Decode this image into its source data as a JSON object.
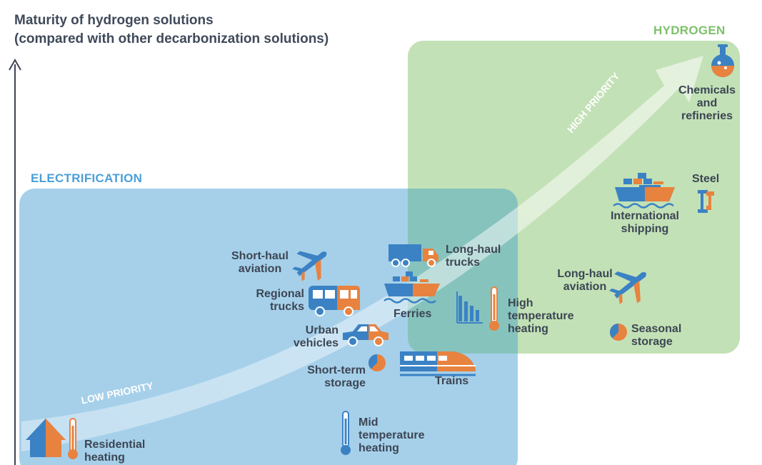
{
  "title": {
    "line1": "Maturity of hydrogen solutions",
    "line2": "(compared with other decarbonization solutions)"
  },
  "regions": {
    "electrification": "ELECTRIFICATION",
    "hydrogen": "HYDROGEN"
  },
  "priority": {
    "low": "LOW PRIORITY",
    "high": "HIGH PRIORITY"
  },
  "items": {
    "chemicals": "Chemicals\nand refineries",
    "steel": "Steel",
    "international_shipping": "International\nshipping",
    "long_haul_aviation": "Long-haul\naviation",
    "seasonal_storage": "Seasonal\nstorage",
    "long_haul_trucks": "Long-haul\ntrucks",
    "ferries": "Ferries",
    "high_temp_heating": "High\ntemperature\nheating",
    "short_haul_aviation": "Short-haul\naviation",
    "regional_trucks": "Regional\ntrucks",
    "urban_vehicles": "Urban\nvehicles",
    "short_term_storage": "Short-term\nstorage",
    "trains": "Trains",
    "mid_temp_heating": "Mid\ntemperature\nheating",
    "residential_heating": "Residential\nheating"
  },
  "colors": {
    "electrification_fill": "#a6d0ea",
    "hydrogen_fill": "#c3e1b6",
    "overlap_fill": "#87c3bd",
    "electrification_text": "#4a9fd8",
    "hydrogen_text": "#7dc06a",
    "icon_blue": "#3b82c4",
    "icon_orange": "#e8823f",
    "label_text": "#3c4654"
  },
  "icons": [
    "flask-icon",
    "steel-beam-icon",
    "cargo-ship-icon",
    "airplane-icon",
    "storage-pie-icon",
    "truck-icon",
    "ferry-icon",
    "factory-icon",
    "thermometer-icon",
    "bus-icon",
    "car-icon",
    "train-icon",
    "house-icon"
  ]
}
